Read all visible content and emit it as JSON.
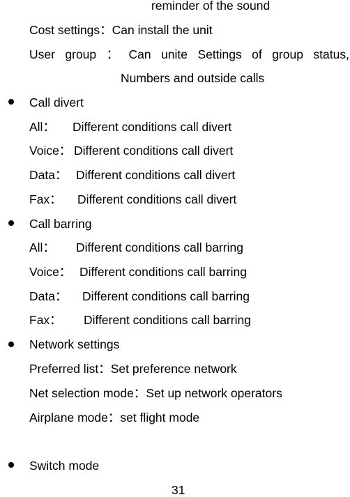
{
  "top_continuation": "reminder of the sound",
  "cost_settings": {
    "label": "Cost settings：",
    "desc": "Can install the unit"
  },
  "user_group": {
    "words": [
      "User",
      "group",
      "：",
      "Can",
      "unite",
      "Settings",
      "of",
      "group",
      "status,"
    ],
    "continuation": "Numbers and outside calls"
  },
  "call_divert": {
    "heading": "Call divert",
    "items": [
      {
        "label": "All：",
        "desc": "Different conditions call divert"
      },
      {
        "label": "Voice：",
        "desc": "Different conditions call divert"
      },
      {
        "label": "Data：",
        "desc": "Different conditions call divert"
      },
      {
        "label": "Fax：",
        "desc": "Different conditions call divert"
      }
    ]
  },
  "call_barring": {
    "heading": "Call barring",
    "items": [
      {
        "label": "All：",
        "desc": "Different conditions call barring"
      },
      {
        "label": "Voice：",
        "desc": "Different conditions call barring"
      },
      {
        "label": "Data：",
        "desc": "Different conditions call barring"
      },
      {
        "label": "Fax：",
        "desc": "Different conditions call barring"
      }
    ]
  },
  "network_settings": {
    "heading": "Network settings",
    "items": [
      {
        "label": "Preferred list：",
        "desc": "Set preference network"
      },
      {
        "label": "Net selection mode：",
        "desc": "Set up network operators"
      },
      {
        "label": "Airplane mode：",
        "desc": "set flight mode"
      }
    ]
  },
  "switch_mode": {
    "heading": "Switch mode"
  },
  "page_number": "31"
}
